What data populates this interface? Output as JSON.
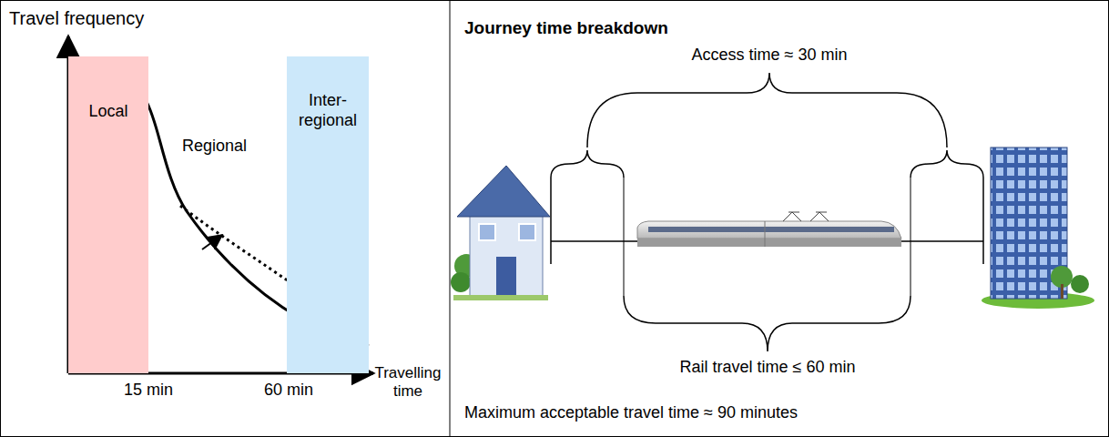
{
  "diagram": {
    "nodes": [
      {
        "text": [
          "Local"
        ]
      },
      {
        "text": [
          "Inter- regional"
        ]
      }
    ],
    "labels": [
      "Travel frequency",
      "Regional",
      "15 min",
      "60 min",
      "Travelling time",
      "Journey time breakdown",
      "Access time ≈ 30 min",
      "Rail travel time ≤ 60 min",
      "Maximum acceptable travel time ≈ 90 minutes"
    ]
  }
}
